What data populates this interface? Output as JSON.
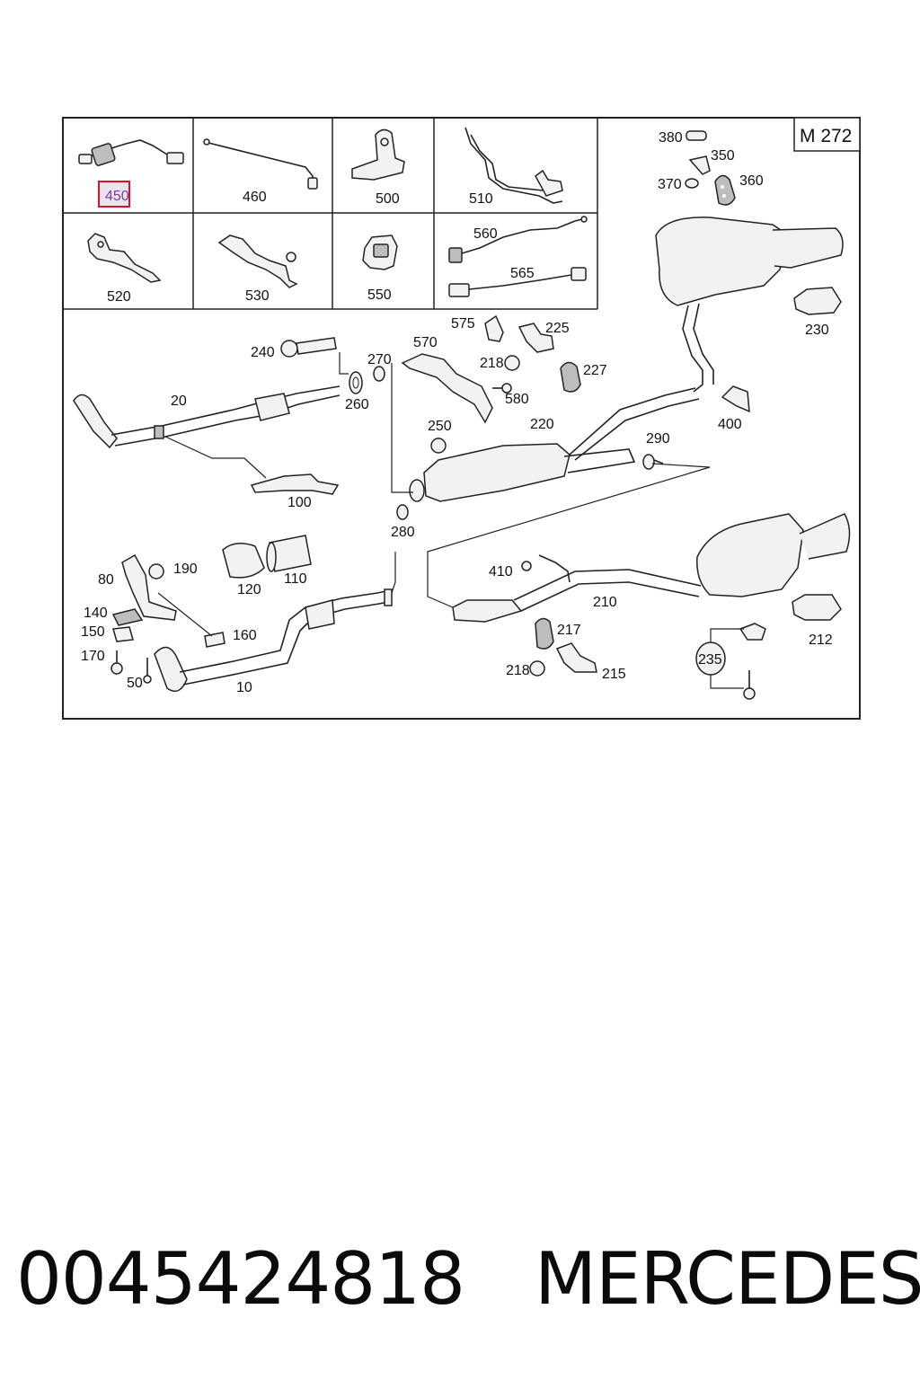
{
  "diagram": {
    "model_label": "M 272",
    "highlighted_part": "450",
    "inset_parts": [
      "450",
      "460",
      "500",
      "510",
      "520",
      "530",
      "550",
      "560",
      "565"
    ],
    "main_parts": [
      "380",
      "350",
      "370",
      "360",
      "230",
      "575",
      "225",
      "240",
      "270",
      "570",
      "218",
      "227",
      "20",
      "260",
      "580",
      "400",
      "250",
      "220",
      "290",
      "100",
      "280",
      "190",
      "110",
      "80",
      "410",
      "210",
      "120",
      "140",
      "160",
      "150",
      "217",
      "212",
      "170",
      "235",
      "218",
      "215",
      "50",
      "10"
    ]
  },
  "footer": {
    "part_number": "0045424818",
    "brand": "MERCEDES"
  }
}
